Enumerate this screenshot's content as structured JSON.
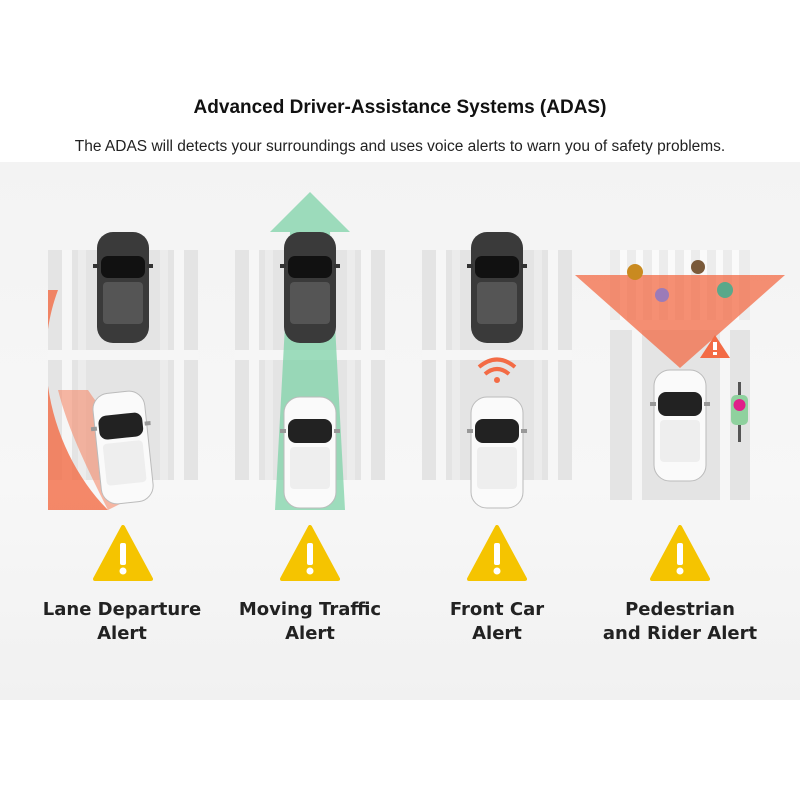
{
  "header": {
    "title": "Advanced Driver-Assistance Systems (ADAS)",
    "subtitle": "The ADAS will detects your surroundings and uses voice alerts to warn you of safety problems."
  },
  "features": [
    {
      "line1": "Lane Departure",
      "line2": "Alert",
      "icon": "warning-triangle-icon"
    },
    {
      "line1": "Moving Traffic",
      "line2": "Alert",
      "icon": "warning-triangle-icon"
    },
    {
      "line1": "Front Car",
      "line2": "Alert",
      "icon": "warning-triangle-icon"
    },
    {
      "line1": "Pedestrian",
      "line2": "and Rider Alert",
      "icon": "warning-triangle-icon"
    }
  ],
  "colors": {
    "warning": "#f5c400",
    "alert": "#f36b45",
    "safe": "#7fd3a8"
  }
}
